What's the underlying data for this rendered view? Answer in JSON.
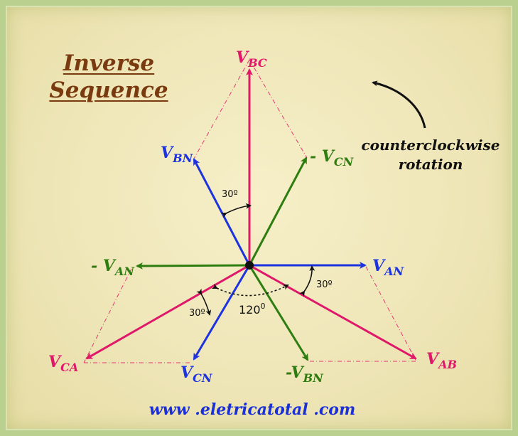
{
  "title": {
    "line1": "Inverse",
    "line2": "Sequence"
  },
  "rotation_note": {
    "line1": "counterclockwise",
    "line2": "rotation"
  },
  "website": "www .eletricatotal .com",
  "angles": {
    "top": "30º",
    "right": "30º",
    "left": "30º",
    "center": "120",
    "degree": "0"
  },
  "phasors": {
    "vbc": {
      "main": "V",
      "sub": "BC",
      "color": "#e0186a"
    },
    "vab": {
      "main": "V",
      "sub": "AB",
      "color": "#e0186a"
    },
    "vca": {
      "main": "V",
      "sub": "CA",
      "color": "#e0186a"
    },
    "van": {
      "main": "V",
      "sub": "AN",
      "color": "#1d33e0"
    },
    "vbn": {
      "main": "V",
      "sub": "BN",
      "color": "#1d33e0"
    },
    "vcn": {
      "main": "V",
      "sub": "CN",
      "color": "#1d33e0"
    },
    "neg_van": {
      "main": "- V",
      "sub": "AN",
      "color": "#2e7d10"
    },
    "neg_vbn": {
      "main": "-V",
      "sub": "BN",
      "color": "#2e7d10"
    },
    "neg_vcn": {
      "main": "- V",
      "sub": "CN",
      "color": "#2e7d10"
    }
  }
}
